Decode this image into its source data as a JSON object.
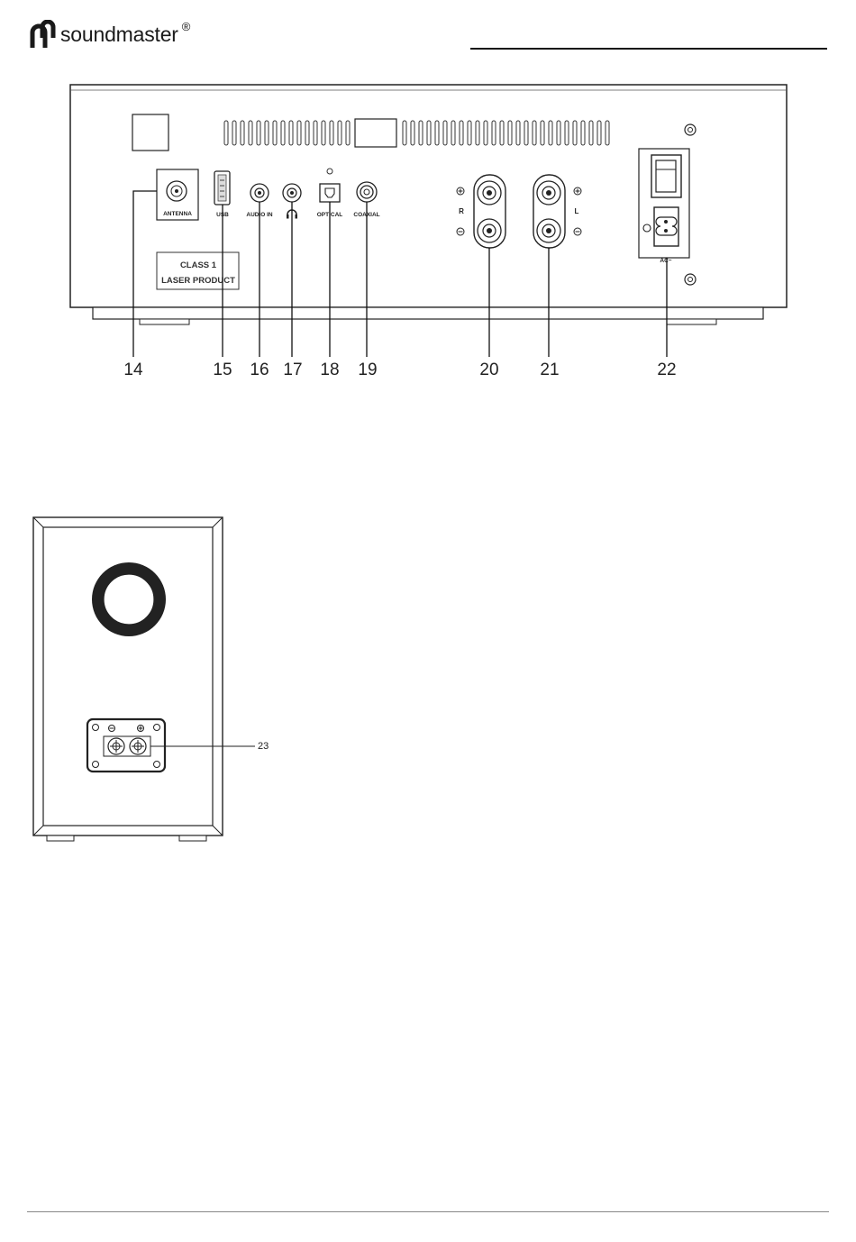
{
  "header": {
    "brand": "soundmaster",
    "registered_mark": "®"
  },
  "rear_panel": {
    "antenna_label": "ANTENNA",
    "usb_label": "USB",
    "audio_in_label": "AUDIO IN",
    "optical_label": "OPTICAL",
    "coaxial_label": "COAXIAL",
    "right_channel": "R",
    "left_channel": "L",
    "ac_label": "AC~",
    "laser_line1": "CLASS 1",
    "laser_line2": "LASER PRODUCT",
    "callouts": [
      "14",
      "15",
      "16",
      "17",
      "18",
      "19",
      "20",
      "21",
      "22"
    ]
  },
  "speaker": {
    "callout": "23"
  }
}
